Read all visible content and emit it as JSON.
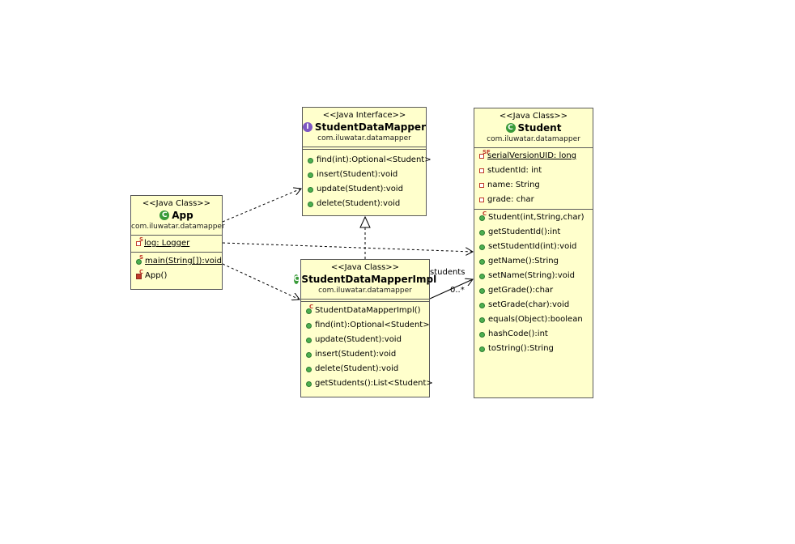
{
  "app": {
    "stereotype": "<<Java Class>>",
    "name": "App",
    "package": "com.iluwatar.datamapper",
    "fields": [
      {
        "text": "log: Logger",
        "mod": "S"
      }
    ],
    "methods": [
      {
        "text": "main(String[]):void",
        "mod": "S"
      },
      {
        "text": "App()",
        "mod": "C"
      }
    ]
  },
  "interface": {
    "stereotype": "<<Java Interface>>",
    "name": "StudentDataMapper",
    "package": "com.iluwatar.datamapper",
    "methods": [
      "find(int):Optional<Student>",
      "insert(Student):void",
      "update(Student):void",
      "delete(Student):void"
    ]
  },
  "impl": {
    "stereotype": "<<Java Class>>",
    "name": "StudentDataMapperImpl",
    "package": "com.iluwatar.datamapper",
    "methods": [
      {
        "text": "StudentDataMapperImpl()",
        "mod": "C"
      },
      {
        "text": "find(int):Optional<Student>"
      },
      {
        "text": "update(Student):void"
      },
      {
        "text": "insert(Student):void"
      },
      {
        "text": "delete(Student):void"
      },
      {
        "text": "getStudents():List<Student>"
      }
    ]
  },
  "student": {
    "stereotype": "<<Java Class>>",
    "name": "Student",
    "package": "com.iluwatar.datamapper",
    "fields": [
      {
        "text": "serialVersionUID: long",
        "mod": "SF"
      },
      {
        "text": "studentId: int"
      },
      {
        "text": "name: String"
      },
      {
        "text": "grade: char"
      }
    ],
    "methods": [
      {
        "text": "Student(int,String,char)",
        "mod": "C"
      },
      {
        "text": "getStudentId():int"
      },
      {
        "text": "setStudentId(int):void"
      },
      {
        "text": "getName():String"
      },
      {
        "text": "setName(String):void"
      },
      {
        "text": "getGrade():char"
      },
      {
        "text": "setGrade(char):void"
      },
      {
        "text": "equals(Object):boolean"
      },
      {
        "text": "hashCode():int"
      },
      {
        "text": "toString():String"
      }
    ]
  },
  "association": {
    "role": "students",
    "multiplicity": "0..*"
  },
  "icons": {
    "class": "C",
    "interface": "I"
  },
  "colors": {
    "box_fill": "#ffffcc",
    "border": "#5a5a5a",
    "method_dot": "#4caf50",
    "field_marker": "#c0392b"
  }
}
